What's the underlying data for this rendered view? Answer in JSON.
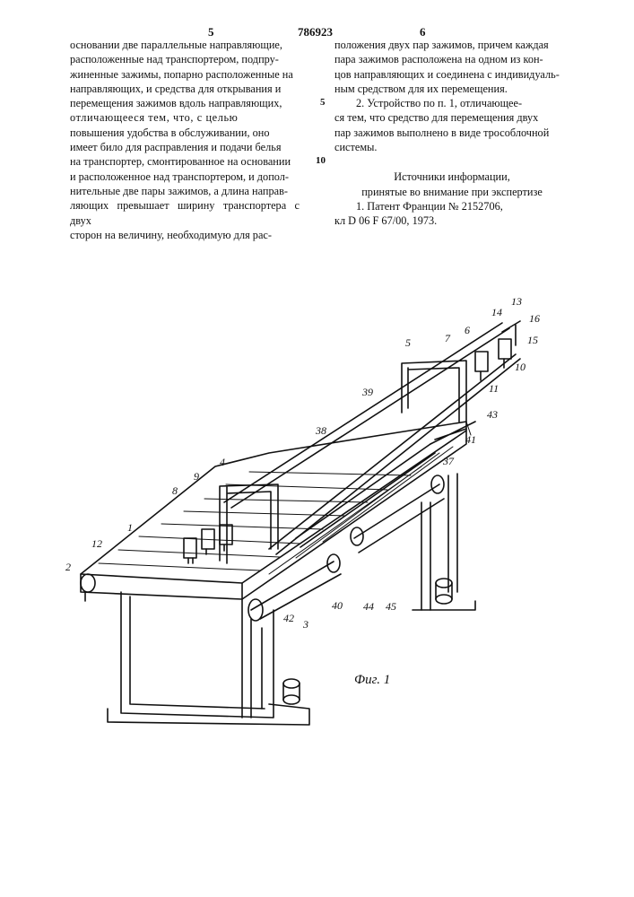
{
  "header": {
    "page_left": "5",
    "patent_number": "786923",
    "page_right": "6"
  },
  "left_column": {
    "lines": [
      "основании две параллельные направляющие,",
      "расположенные над транспортером, подпру-",
      "жиненные зажимы, попарно расположенные на",
      "направляющих, и средства для открывания и",
      "перемещения зажимов вдоль направляющих,",
      "отличающееся тем, что, с целью",
      "повышения удобства в обслуживании, оно",
      "имеет било для расправления и подачи белья",
      "на транспортер, смонтированное на основании",
      "и расположенное над транспортером, и допол-",
      "нительные две пары зажимов, а длина направ-",
      "ляющих превышает ширину транспортера с двух",
      "сторон на величину, необходимую для рас-"
    ]
  },
  "line_numbers": [
    "5",
    "10"
  ],
  "right_column": {
    "lines": [
      "положения двух пар зажимов, причем каждая",
      "пара зажимов расположена на одном из кон-",
      "цов направляющих и соединена с индивидуаль-",
      "ным средством для их перемещения.",
      "2. Устройство по п. 1, отличающее-",
      "ся тем, что средство для перемещения двух",
      "пар зажимов выполнено в виде трособлочной",
      "системы."
    ],
    "sources_heading": "Источники информации,",
    "sources_subheading": "принятые во внимание при экспертизе",
    "source_1": "1. Патент Франции № 2152706,",
    "source_1_class": "кл D 06 F 67/00, 1973."
  },
  "figure": {
    "caption": "Фиг. 1",
    "labels": [
      "1",
      "2",
      "3",
      "4",
      "5",
      "6",
      "7",
      "8",
      "9",
      "10",
      "11",
      "12",
      "13",
      "14",
      "15",
      "16",
      "37",
      "38",
      "39",
      "40",
      "41",
      "42",
      "43",
      "44",
      "45"
    ]
  }
}
